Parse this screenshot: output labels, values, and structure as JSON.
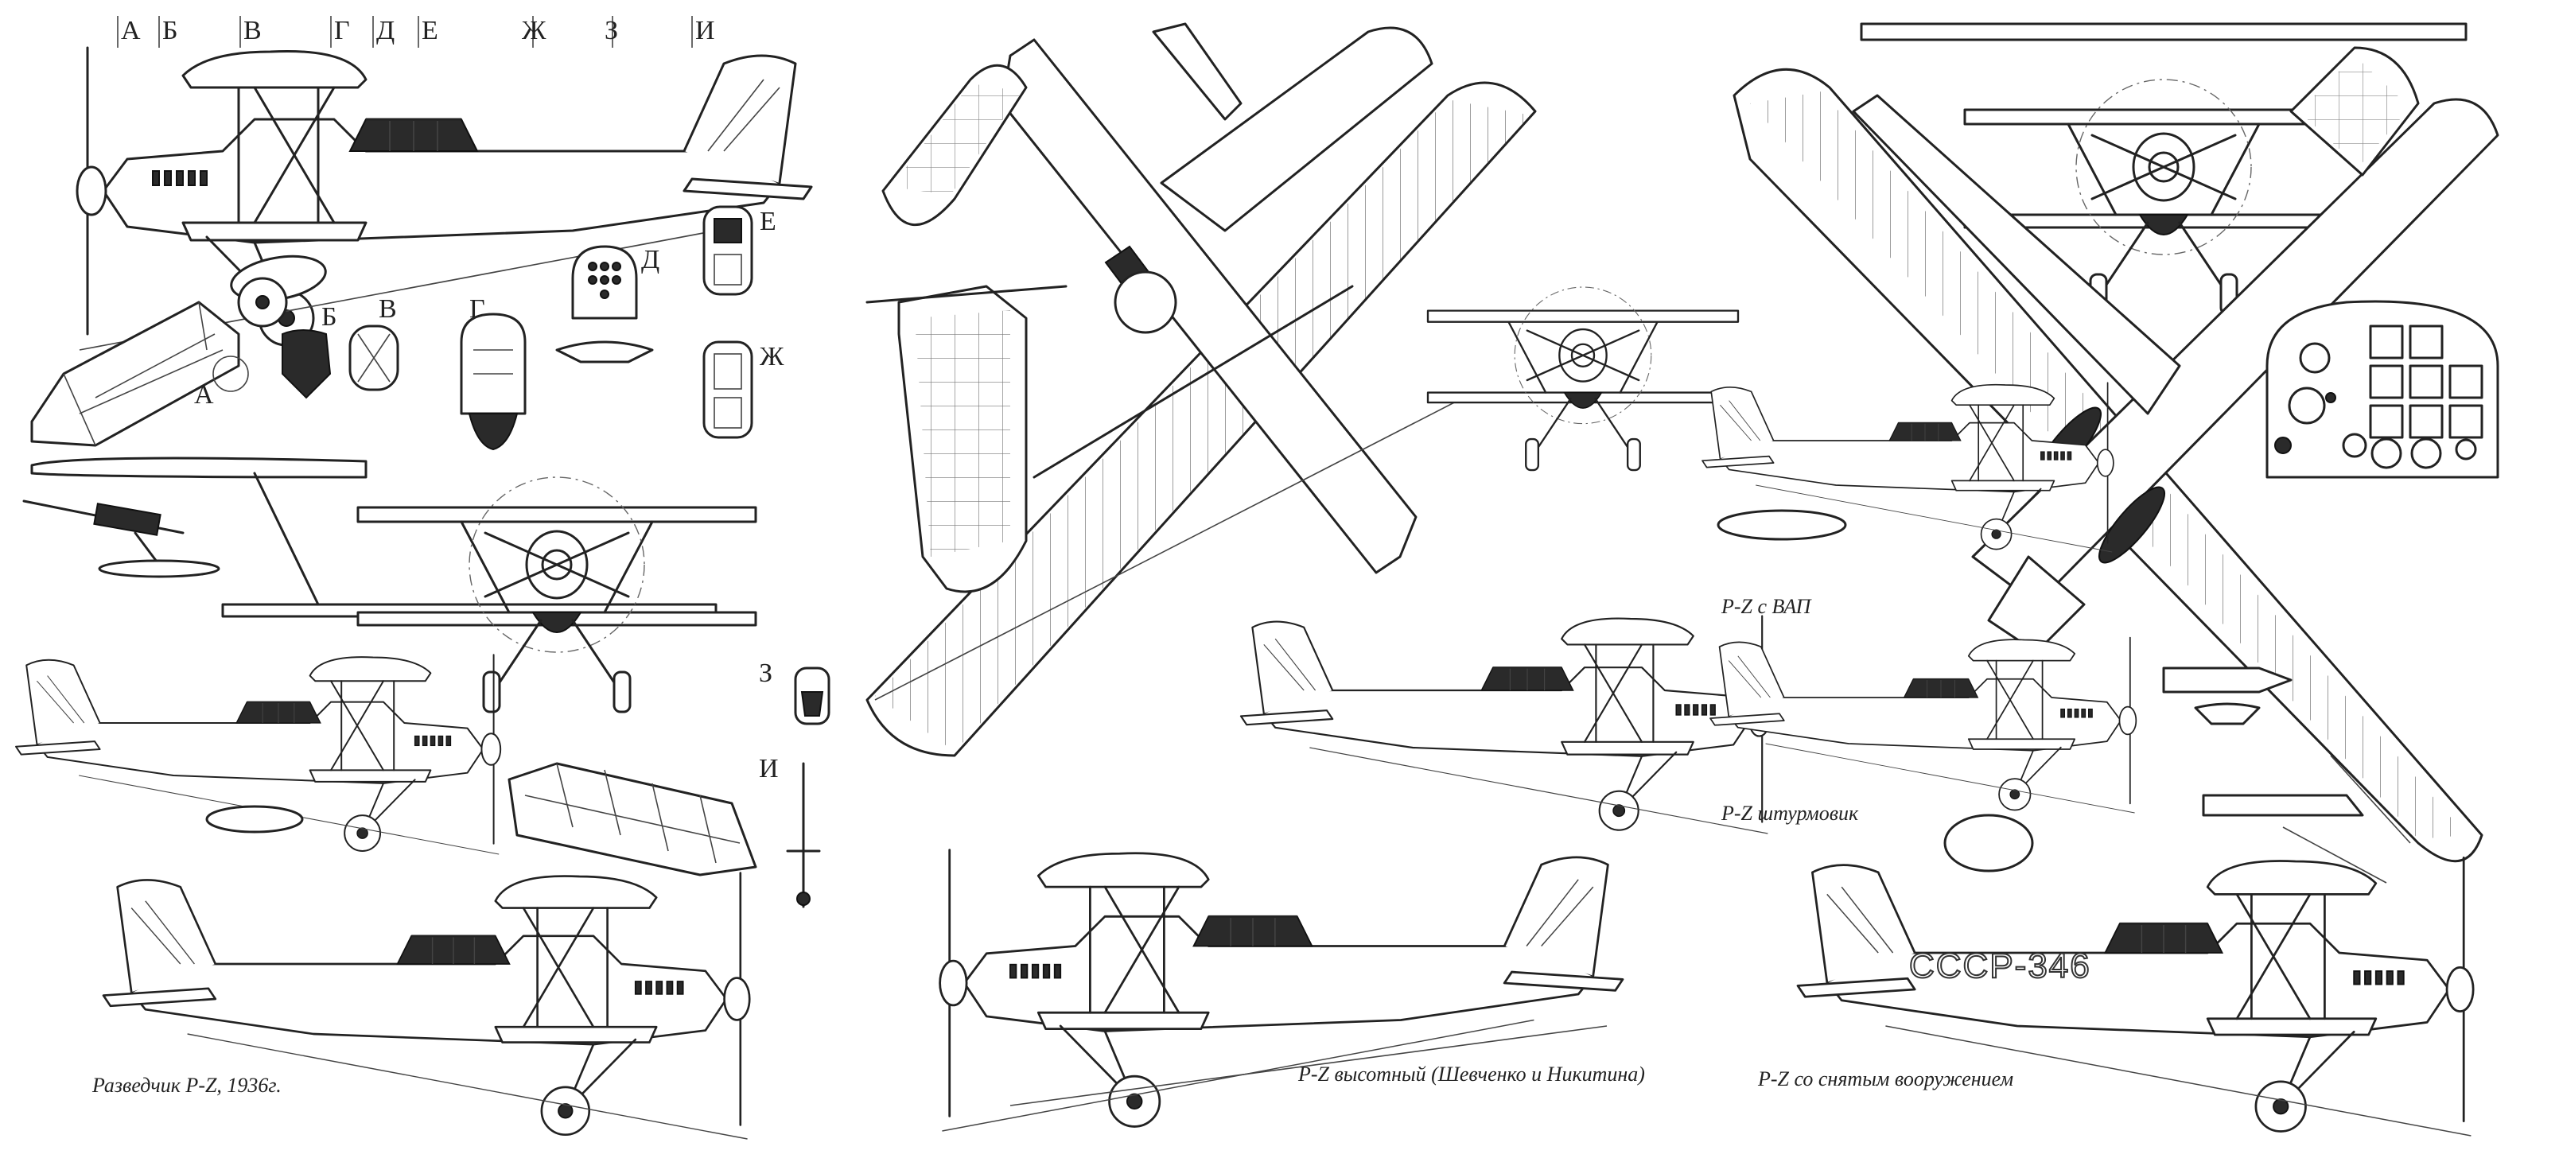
{
  "section_letters": [
    "А",
    "Б",
    "В",
    "Г",
    "Д",
    "Е",
    "Ж",
    "З",
    "И"
  ],
  "detail_labels": [
    "А",
    "Б",
    "В",
    "Г",
    "Д",
    "Е",
    "Ж",
    "З",
    "И"
  ],
  "captions": {
    "recon": "Разведчик Р-Z, 1936г.",
    "high_altitude": "Р-Z высотный (Шевченко и Никитина)",
    "vap": "Р-Z с ВАП",
    "attack": "Р-Z штурмовик",
    "unarmed": "Р-Z со снятым вооружением"
  },
  "registration": "СССР-346"
}
